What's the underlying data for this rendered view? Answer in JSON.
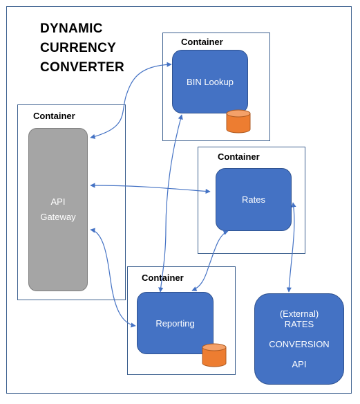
{
  "title": {
    "line1": "DYNAMIC",
    "line2": "CURRENCY",
    "line3": "CONVERTER"
  },
  "containers": {
    "bin": {
      "label": "Container"
    },
    "gateway": {
      "label": "Container"
    },
    "rates": {
      "label": "Container"
    },
    "reporting": {
      "label": "Container"
    }
  },
  "services": {
    "bin_lookup": "BIN Lookup",
    "api_gateway": {
      "line1": "API",
      "line2": "Gateway"
    },
    "rates": "Rates",
    "reporting": "Reporting",
    "external": {
      "line1": "(External)",
      "line2": "RATES",
      "line3": "CONVERSION",
      "line4": "API"
    }
  },
  "colors": {
    "service_fill": "#4472c4",
    "gateway_fill": "#a5a5a5",
    "database_fill": "#ed7d31",
    "connector": "#4472c4",
    "border": "#3b5f8e"
  },
  "icons": {
    "database": "database-cylinder-icon"
  }
}
